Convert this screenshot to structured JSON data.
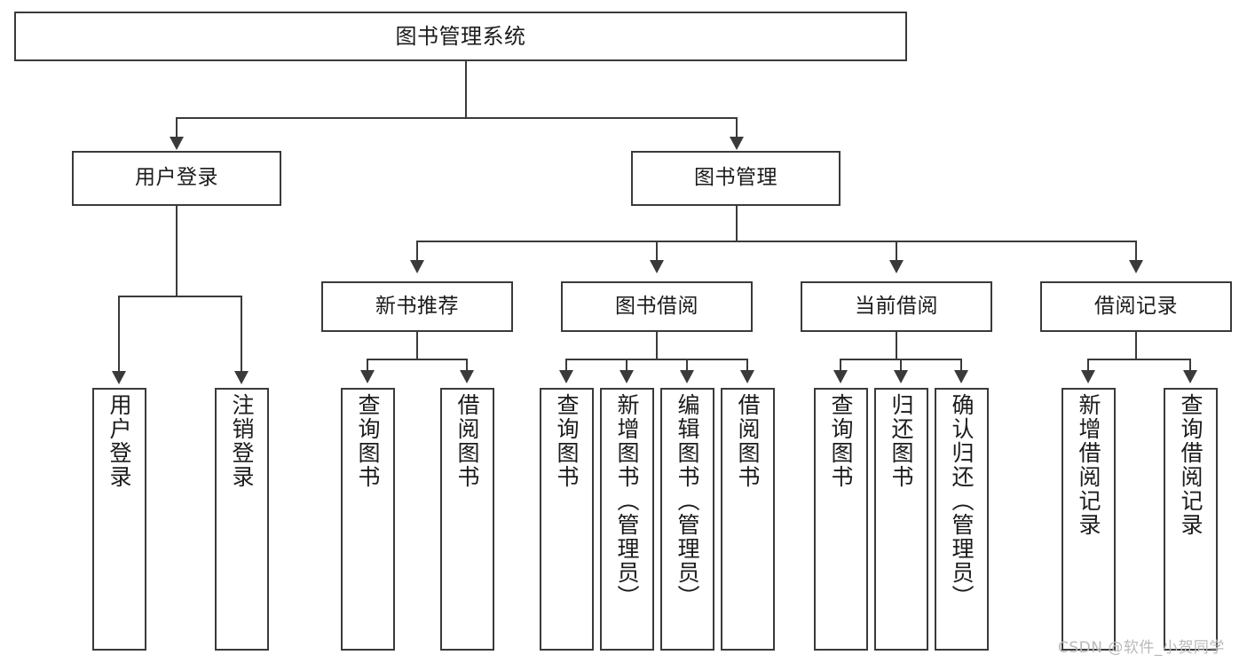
{
  "diagram": {
    "type": "tree",
    "title": "图书管理系统",
    "watermark": "CSDN @软件_小贺同学",
    "colors": {
      "stroke": "#3a3a3a",
      "fill": "#ffffff",
      "text": "#1b1b1b",
      "watermark": "#b9b9b9"
    },
    "nodes": {
      "root": {
        "label": "图书管理系统"
      },
      "level2": [
        {
          "label": "用户登录"
        },
        {
          "label": "图书管理"
        }
      ],
      "level3": [
        {
          "label": "新书推荐"
        },
        {
          "label": "图书借阅"
        },
        {
          "label": "当前借阅"
        },
        {
          "label": "借阅记录"
        }
      ],
      "leaves": {
        "user_login": [
          {
            "label": "用户登录"
          },
          {
            "label": "注销登录"
          }
        ],
        "new_book": [
          {
            "label": "查询图书"
          },
          {
            "label": "借阅图书"
          }
        ],
        "book_borrow": [
          {
            "label": "查询图书"
          },
          {
            "label": "新增图书（管理员）"
          },
          {
            "label": "编辑图书（管理员）"
          },
          {
            "label": "借阅图书"
          }
        ],
        "current_borrow": [
          {
            "label": "查询图书"
          },
          {
            "label": "归还图书"
          },
          {
            "label": "确认归还（管理员）"
          }
        ],
        "borrow_record": [
          {
            "label": "新增借阅记录"
          },
          {
            "label": "查询借阅记录"
          }
        ]
      }
    }
  }
}
